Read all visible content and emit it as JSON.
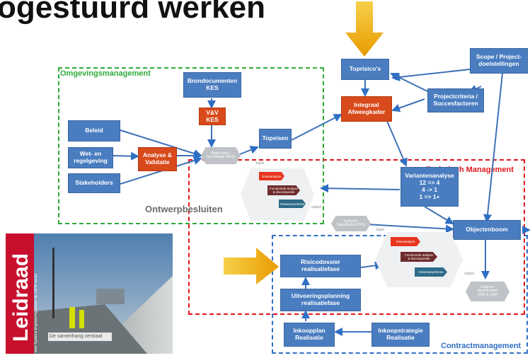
{
  "title": "ogestuurd werken",
  "zones": {
    "omgevingsmanagement": "Omgevingsmanagement",
    "technisch": "Technisch Management",
    "contract": "Contractmanagement"
  },
  "boxes": {
    "brondocumenten": "Brondocumenten\nKES",
    "vv_kes": "V&V\nKES",
    "beleid": "Beleid",
    "wet": "Wet- en\nregelgeving",
    "analyse": "Analyse &\nValidatie",
    "stakeholders": "Stakeholders",
    "topeisen": "Topeisen",
    "toprisicos": "Toprisico's",
    "integraal": "Integraal\nAfweegkader",
    "scope": "Scope / Project-\ndoelstellingen",
    "projectcriteria": "Projectcriteria /\nSuccesfactoren",
    "varianten": "Variantenanalyse\n12 => 4\n4 -> 1\n1 => 1+",
    "objectenboom": "Objectenboom",
    "risicodossier": "Risicodossier\nrealisatiefase",
    "uitvoering": "Uitvoeringsplanning\nrealisatiefase",
    "inkoopplan": "Inkoopplan\nRealisatie",
    "inkoopstrategie": "Inkoopstrategie\nRealisatie"
  },
  "hexes": {
    "klanteisen": "Klant-Eisen-\nSpecificatie (KES)",
    "systeem": "Systeem-\nSpecificatie (SYS)",
    "contract_spec": "Contract-\nSpecificaties\n(VAK & VSP)"
  },
  "mini": {
    "a1": "Eisenanalyse",
    "a2": "Functionele analyse\n& decompositie",
    "a3": "Ontwerpsynthese",
    "b1": "Eisenanalyse",
    "b2": "Functionele analyse\n& decompositie",
    "b3": "Ontwerpsynthese"
  },
  "labels": {
    "ontwerpbesluiten": "Ontwerpbesluiten",
    "input1": "input",
    "output1": "output",
    "input2": "input",
    "output2": "output"
  },
  "cover": {
    "word": "Leidraad",
    "subtitle": "voor Systems Engineering binnen de GWW-sector",
    "caption": "De samenhang centraal"
  },
  "colors": {
    "blue": "#4a7dc0",
    "red": "#d84a1b",
    "green_zone": "#2eaa3a",
    "red_zone": "#e0161b",
    "blue_zone": "#2f6fc4",
    "yellow_arrow": "#f2b705"
  }
}
